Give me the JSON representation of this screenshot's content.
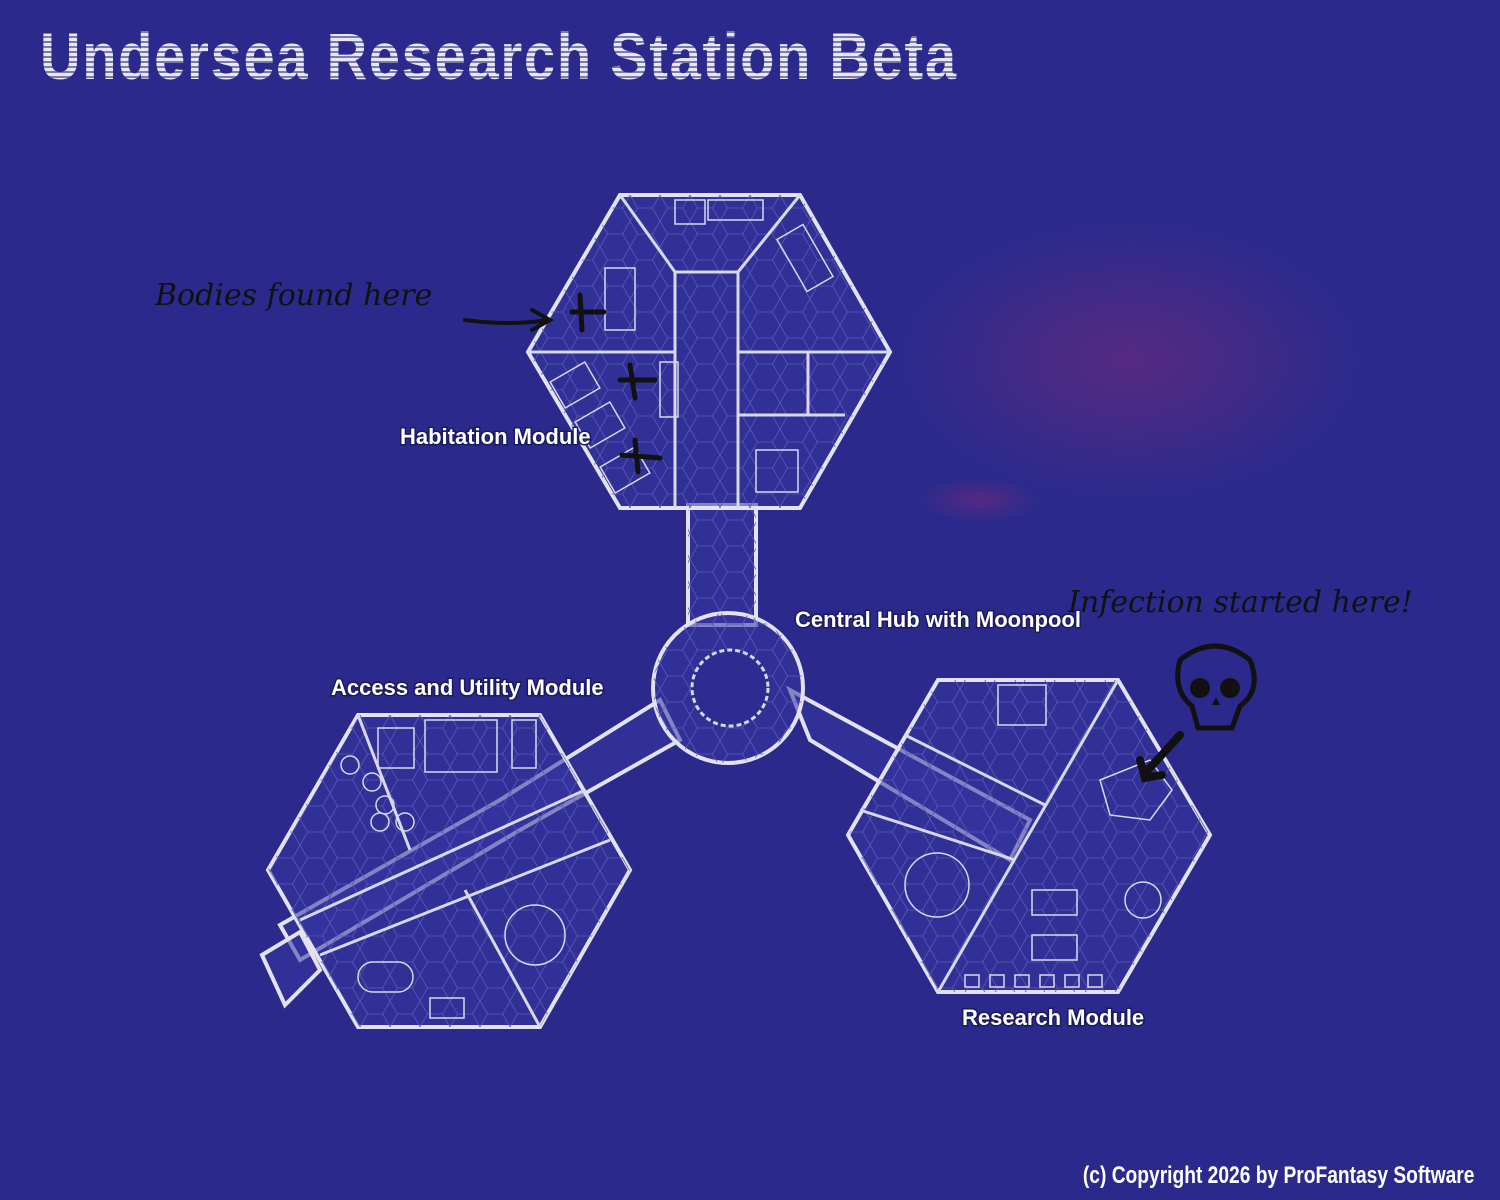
{
  "title": "Undersea Research Station Beta",
  "labels": {
    "habitation": "Habitation Module",
    "hub": "Central Hub with Moonpool",
    "access": "Access and Utility Module",
    "research": "Research Module"
  },
  "annotations": {
    "bodies": "Bodies found here",
    "infection": "Infection started here!"
  },
  "icons": [
    "skull-icon",
    "arrow-icon",
    "x-mark-icon"
  ],
  "copyright": "(c) Copyright 2026 by ProFantasy Software",
  "colors": {
    "background": "#2b2a8c",
    "walls": "#e2e2f0",
    "ink": "#111111"
  }
}
